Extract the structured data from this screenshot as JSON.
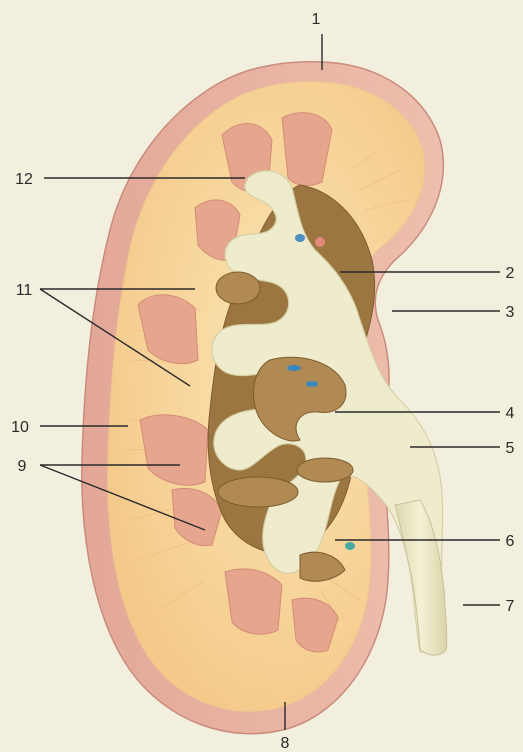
{
  "labels": [
    {
      "id": "1",
      "text": "1"
    },
    {
      "id": "2",
      "text": "2"
    },
    {
      "id": "3",
      "text": "3"
    },
    {
      "id": "4",
      "text": "4"
    },
    {
      "id": "5",
      "text": "5"
    },
    {
      "id": "6",
      "text": "6"
    },
    {
      "id": "7",
      "text": "7"
    },
    {
      "id": "8",
      "text": "8"
    },
    {
      "id": "9",
      "text": "9"
    },
    {
      "id": "10",
      "text": "10"
    },
    {
      "id": "11",
      "text": "11"
    },
    {
      "id": "12",
      "text": "12"
    }
  ],
  "colors": {
    "background": "#f3efdf",
    "capsule": "#e8b2a2",
    "cortex": "#f6d59a",
    "pyramid": "#e6a58d",
    "pelvis": "#efeccd",
    "sinus": "#9c7640",
    "ureter": "#ece8c6"
  }
}
